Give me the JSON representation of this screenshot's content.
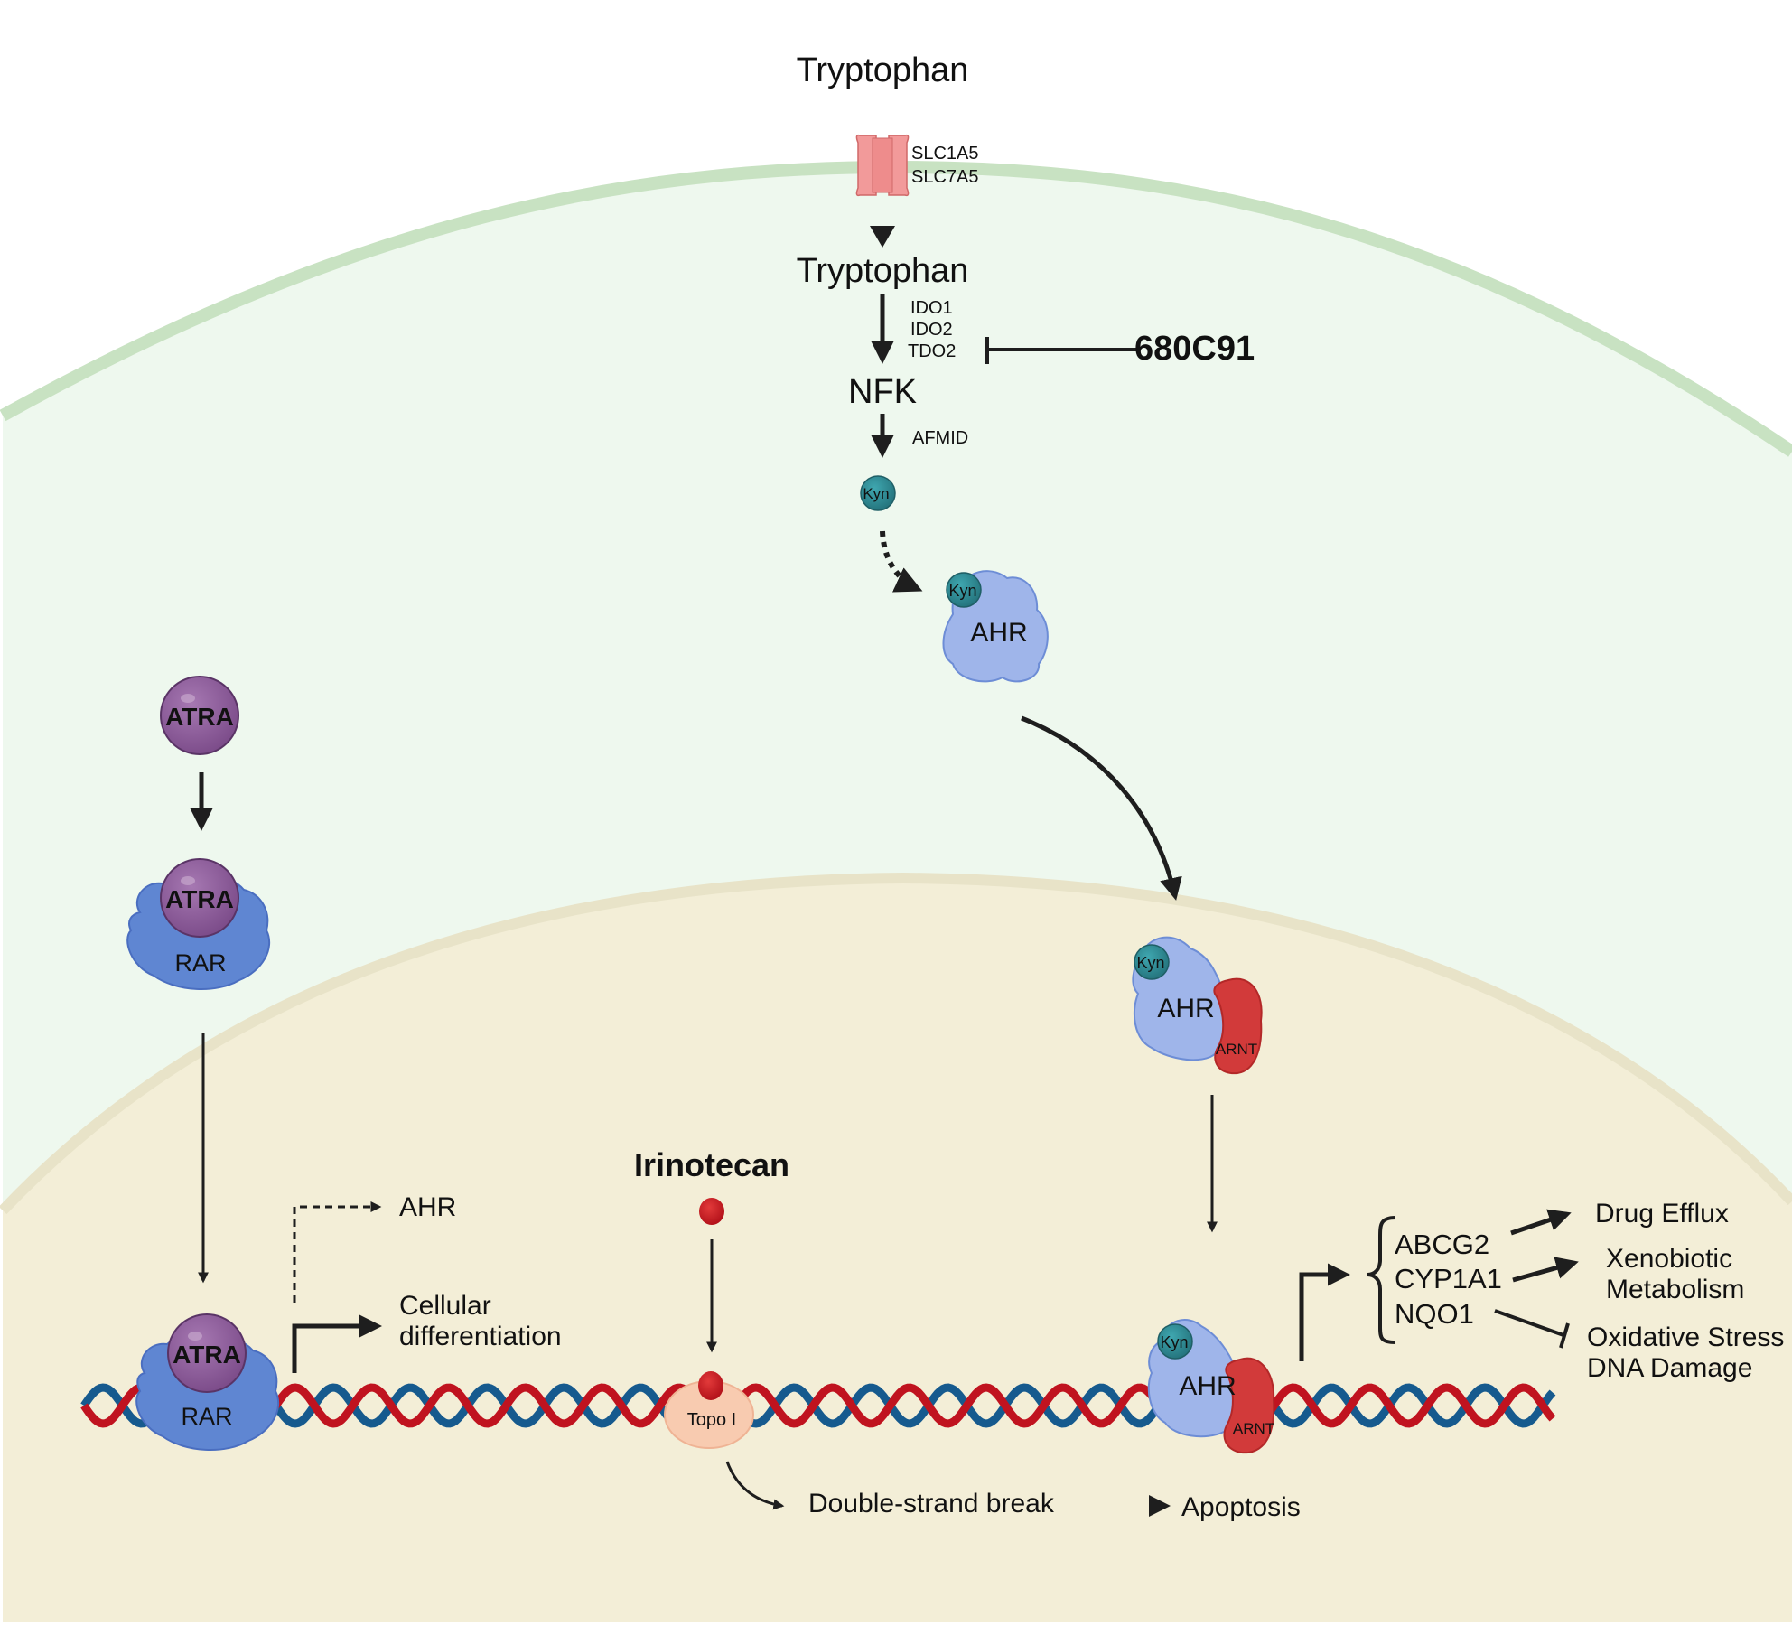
{
  "colors": {
    "background": "#ffffff",
    "cytoplasm": "#eef8ee",
    "cell_membrane": "#c8e2c2",
    "nucleoplasm": "#f3eed7",
    "nuclear_envelope": "#e8e3c8",
    "arrow": "#1e1e1e",
    "transporter": "#f29a9a",
    "kyn": "#2f8f9a",
    "ahr": "#9fb5ea",
    "rar": "#5f86d2",
    "atra": "#8e5a9c",
    "arnt": "#d23a3a",
    "irinotecan": "#c8141c",
    "topo": "#f8cbb0",
    "dna_red": "#c0131f",
    "dna_blue": "#165a8e"
  },
  "extracellular": {
    "tryptophan_label": "Tryptophan"
  },
  "transporter": {
    "label_1": "SLC1A5",
    "label_2": "SLC7A5"
  },
  "cytoplasm": {
    "tryptophan_label": "Tryptophan",
    "enzymes_1": [
      "IDO1",
      "IDO2",
      "TDO2"
    ],
    "nfk_label": "NFK",
    "enzyme_2": "AFMID",
    "kyn_label": "Kyn",
    "inhibitor_label": "680C91",
    "ahr_complex": {
      "ligand": "Kyn",
      "receptor": "AHR"
    },
    "atra_free_label": "ATRA",
    "rar_complex": {
      "ligand": "ATRA",
      "receptor": "RAR"
    }
  },
  "nucleus": {
    "ahr_arnt_complex": {
      "ligand": "Kyn",
      "receptor": "AHR",
      "partner": "ARNT"
    },
    "dna_ahr_complex": {
      "ligand": "Kyn",
      "receptor": "AHR",
      "partner": "ARNT"
    },
    "dna_rar_complex": {
      "ligand": "ATRA",
      "receptor": "RAR"
    },
    "rar_targets": {
      "dashed_target": "AHR",
      "solid_target_line1": "Cellular",
      "solid_target_line2": "differentiation"
    },
    "irinotecan_label": "Irinotecan",
    "topo_label": "Topo I",
    "dsb_label": "Double-strand break",
    "apoptosis_label": "Apoptosis",
    "target_genes": [
      "ABCG2",
      "CYP1A1",
      "NQO1"
    ],
    "outcomes": {
      "drug_efflux": "Drug Efflux",
      "xeno_line1": "Xenobiotic",
      "xeno_line2": "Metabolism",
      "ox_line1": "Oxidative Stress",
      "ox_line2": "DNA Damage"
    }
  }
}
